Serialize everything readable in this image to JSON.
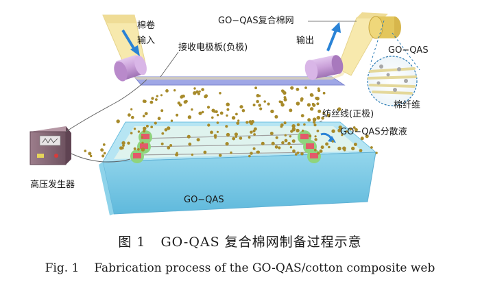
{
  "labels": {
    "cotton_roll_input_1": "棉卷",
    "cotton_roll_input_2": "输入",
    "receiving_plate": "接收电极板(负极)",
    "composite_web": "GO−QAS复合棉网",
    "output": "输出",
    "go_qas_inset": "GO−QAS",
    "cotton_fiber": "棉纤维",
    "spinning_wire": "纺丝线(正极)",
    "dispersion": "GO−QAS分散液",
    "hv_generator": "高压发生器",
    "go_qas_bath": "GO−QAS"
  },
  "caption": {
    "cn_number": "图 1",
    "cn_title": "GO-QAS 复合棉网制备过程示意",
    "en_number": "Fig. 1",
    "en_title": "Fabrication process of the GO-QAS/cotton composite web"
  },
  "colors": {
    "web": "#f7e9ad",
    "roller": "#c99fd8",
    "plate": "#9fa7e6",
    "tank_rim": "#a8dff0",
    "tank_side": "#7ccbe6",
    "liquid": "#d9f1ec",
    "particle": "#a78a2a",
    "arrow": "#2a83d6",
    "fiber_green": "#7fcf6a",
    "fiber_red": "#e35a6a",
    "box": "#8a6a78",
    "wire": "#666666"
  }
}
